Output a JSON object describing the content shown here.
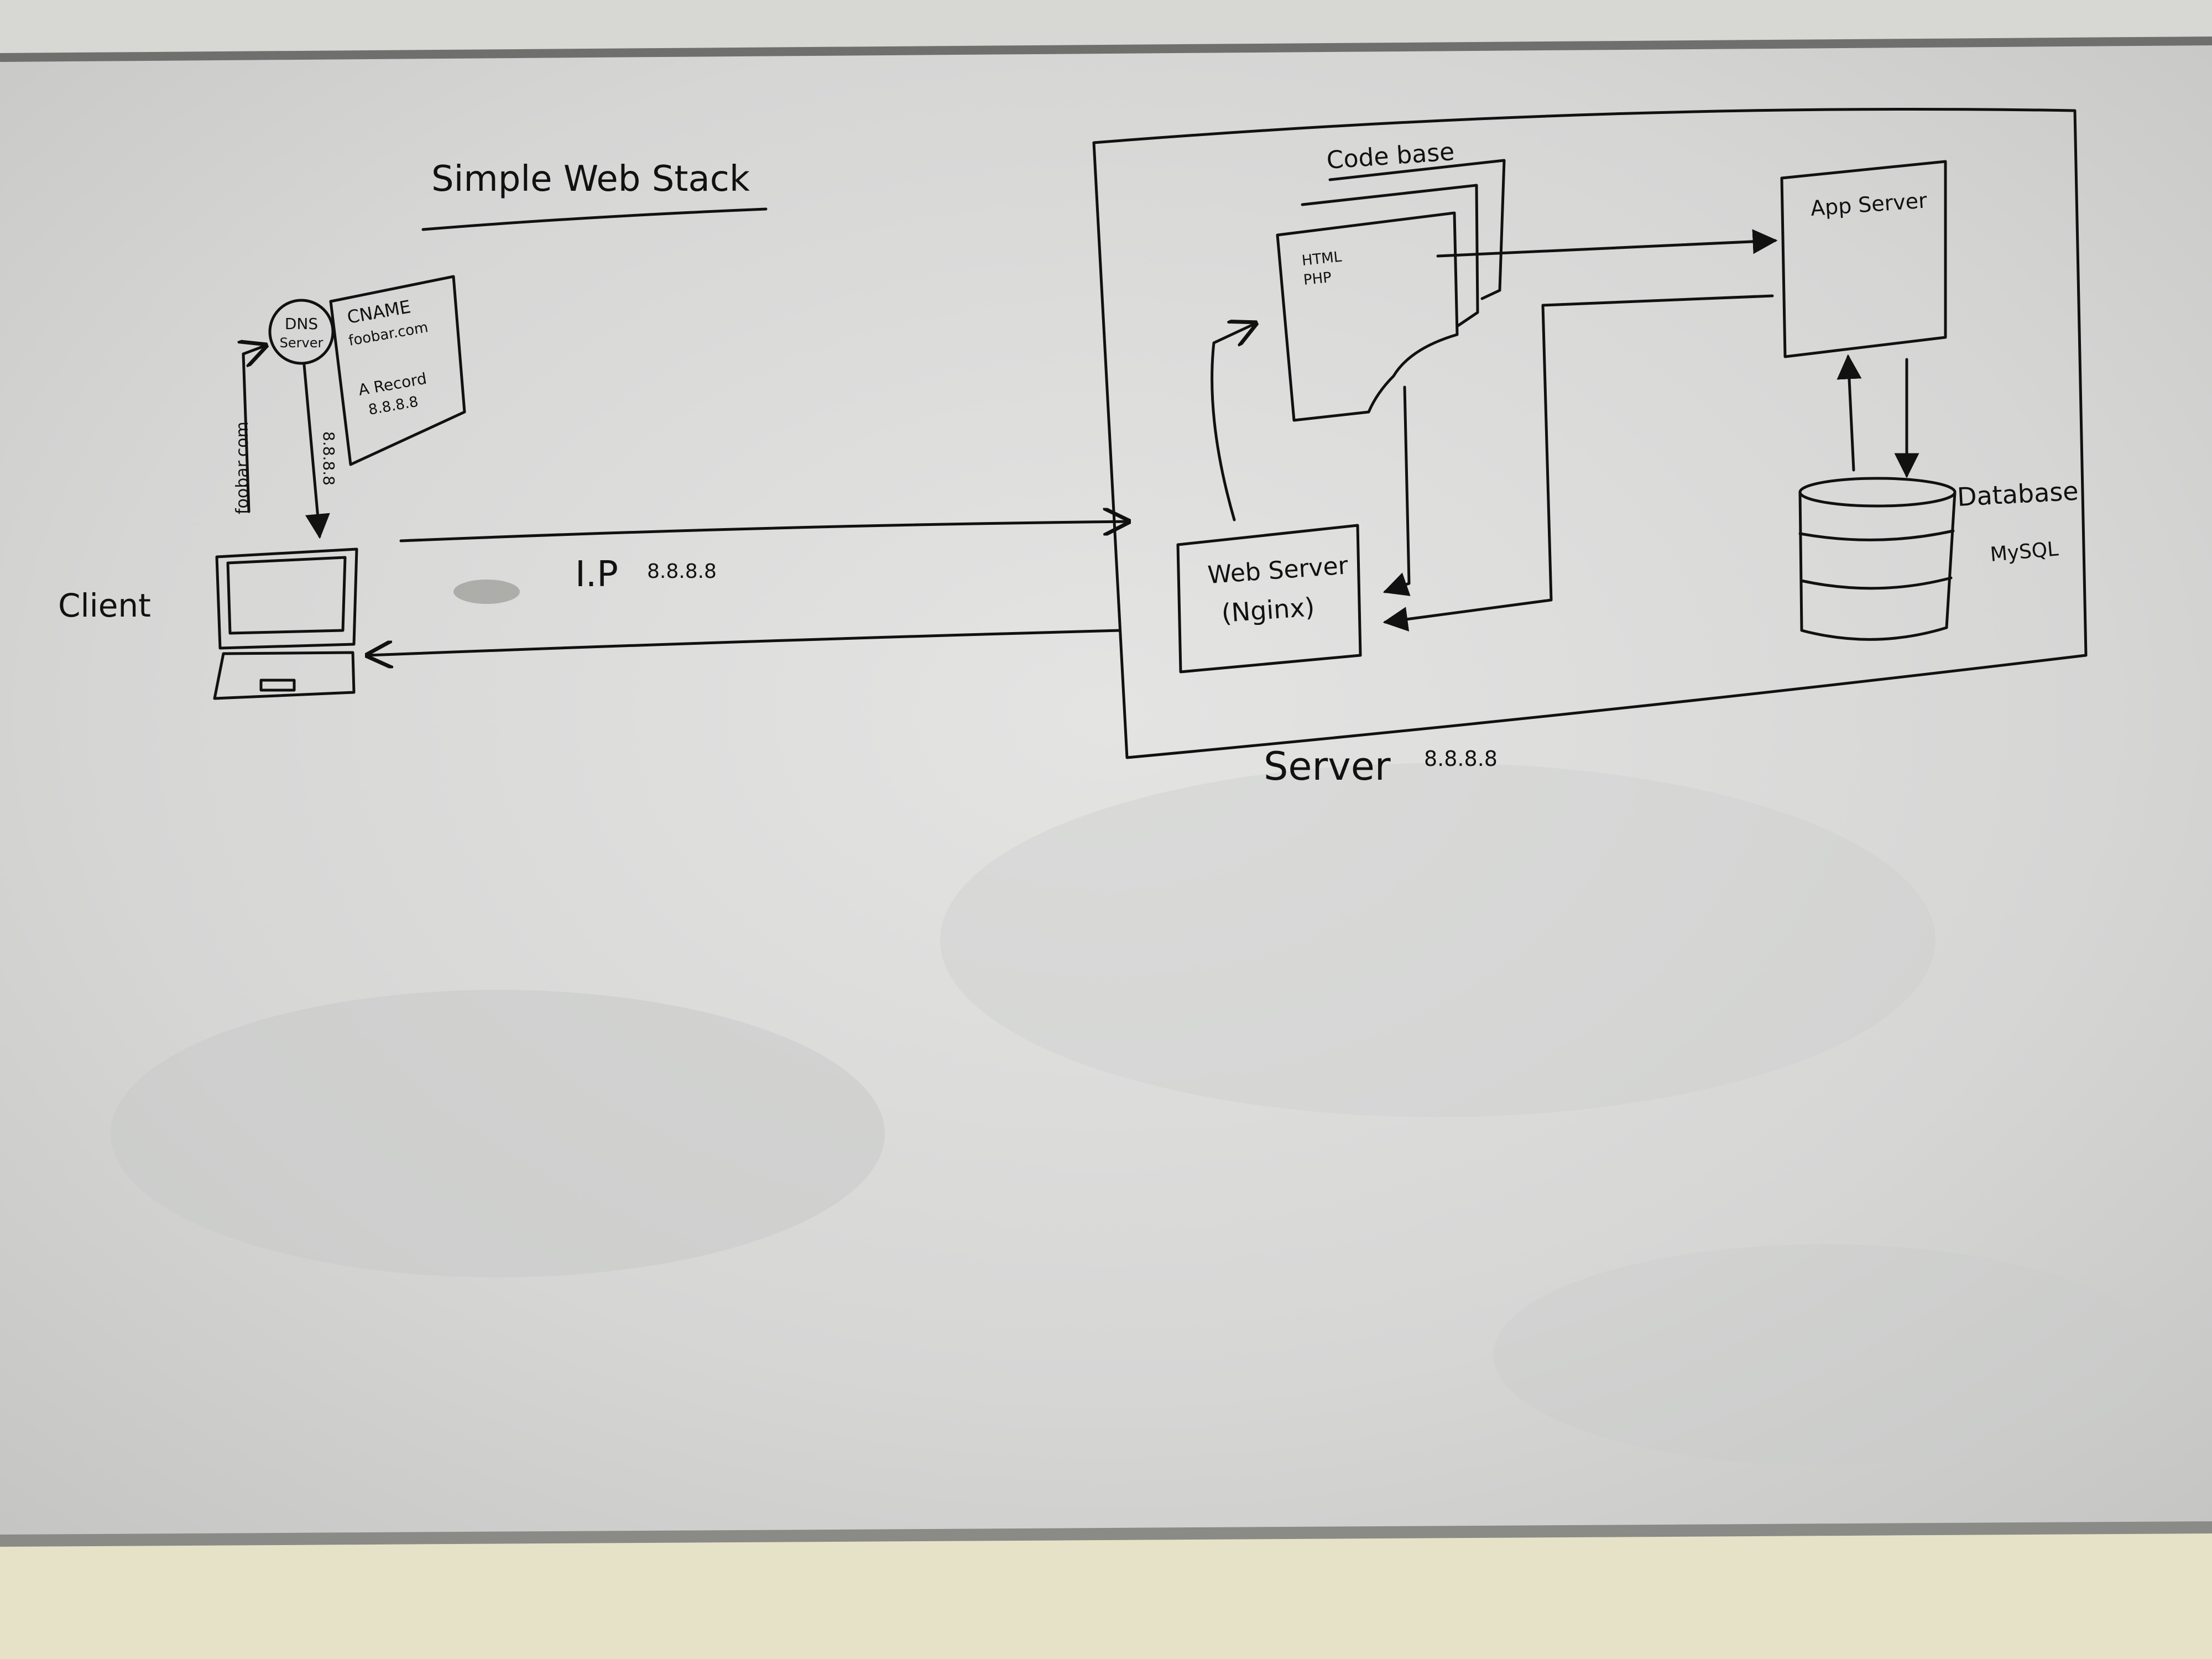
{
  "title": "Simple Web Stack",
  "client": {
    "label": "Client"
  },
  "dns": {
    "server_label_line1": "DNS",
    "server_label_line2": "Server",
    "query_label": "foobar.com",
    "response_label": "8.8.8.8",
    "record_cname": "CNAME",
    "record_domain": "foobar.com",
    "record_a": "A Record",
    "record_ip": "8.8.8.8"
  },
  "request": {
    "label": "I.P",
    "ip": "8.8.8.8"
  },
  "server": {
    "label": "Server",
    "ip": "8.8.8.8"
  },
  "codebase": {
    "label": "Code base",
    "line1": "HTML",
    "line2": "PHP"
  },
  "app_server": {
    "label": "App Server"
  },
  "web_server": {
    "line1": "Web Server",
    "line2": "(Nginx)"
  },
  "database": {
    "label": "Database",
    "engine": "MySQL"
  },
  "colors": {
    "ink": "#111111",
    "board": "#dcdcdb",
    "frame": "#7a7a78",
    "wall": "#e6e2c8"
  }
}
